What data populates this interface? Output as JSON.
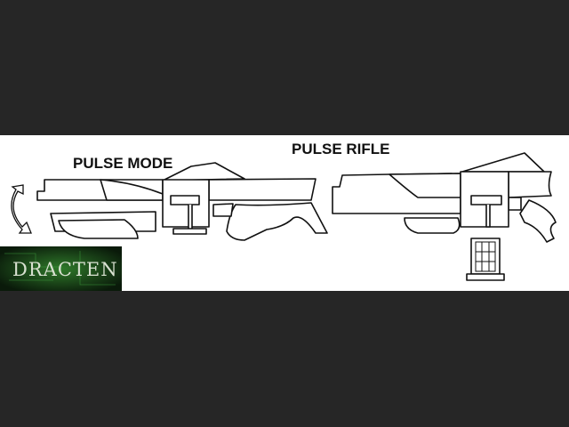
{
  "labels": {
    "pulse_mode": "PULSE MODE",
    "pulse_rifle": "PULSE RIFLE"
  },
  "logo": {
    "text": "DRACTEN"
  },
  "colors": {
    "background": "#262626",
    "sheet": "#ffffff",
    "ink": "#111111",
    "logo_green": "#1f5a1f"
  }
}
